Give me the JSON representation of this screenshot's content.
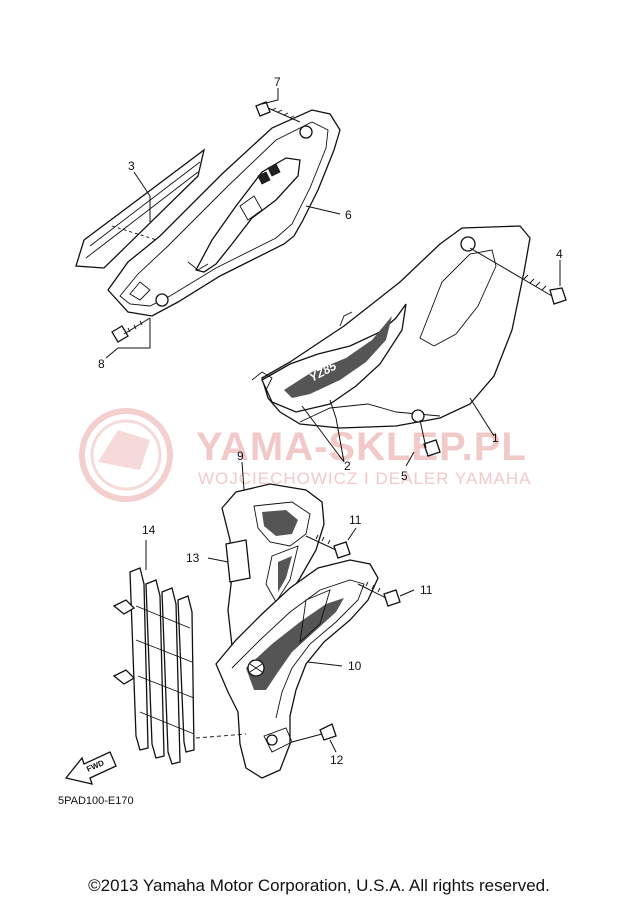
{
  "watermark": {
    "title": "YAMA-SKLEP.PL",
    "subtitle": "WOJCIECHOWICZ I DEALER YAMAHA"
  },
  "callouts": [
    "1",
    "2",
    "3",
    "4",
    "5",
    "6",
    "7",
    "8",
    "9",
    "10",
    "11",
    "11",
    "12",
    "13",
    "14"
  ],
  "fwd_label": "FWD",
  "diagram_code": "5PAD100-E170",
  "decal_text": "YZ85",
  "copyright": "©2013 Yamaha Motor Corporation, U.S.A. All rights reserved."
}
